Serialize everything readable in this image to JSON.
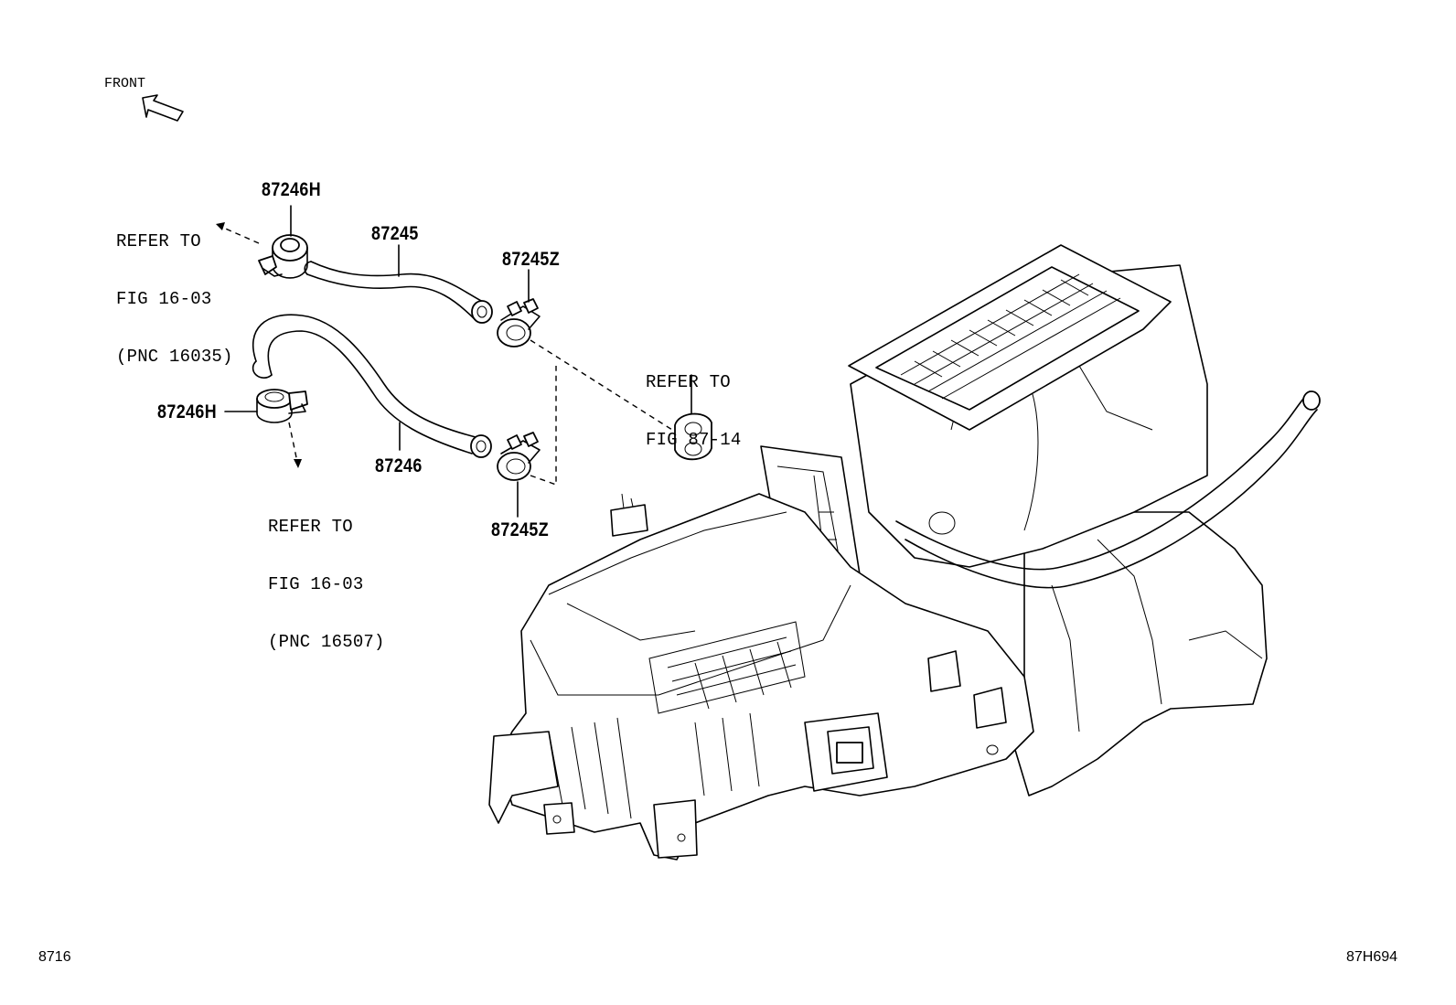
{
  "orientation": {
    "label": "FRONT"
  },
  "parts": {
    "p_87246H_top": "87246H",
    "p_87245": "87245",
    "p_87245Z_top": "87245Z",
    "p_87246H_left": "87246H",
    "p_87246": "87246",
    "p_87245Z_bottom": "87245Z"
  },
  "references": {
    "ref_top_left": [
      "REFER TO",
      "FIG 16-03",
      "(PNC 16035)"
    ],
    "ref_bottom_left": [
      "REFER TO",
      "FIG 16-03",
      "(PNC 16507)"
    ],
    "ref_right": [
      "REFER TO",
      "FIG 87-14"
    ]
  },
  "footer": {
    "section_code": "8716",
    "illustration_code": "87H694"
  }
}
